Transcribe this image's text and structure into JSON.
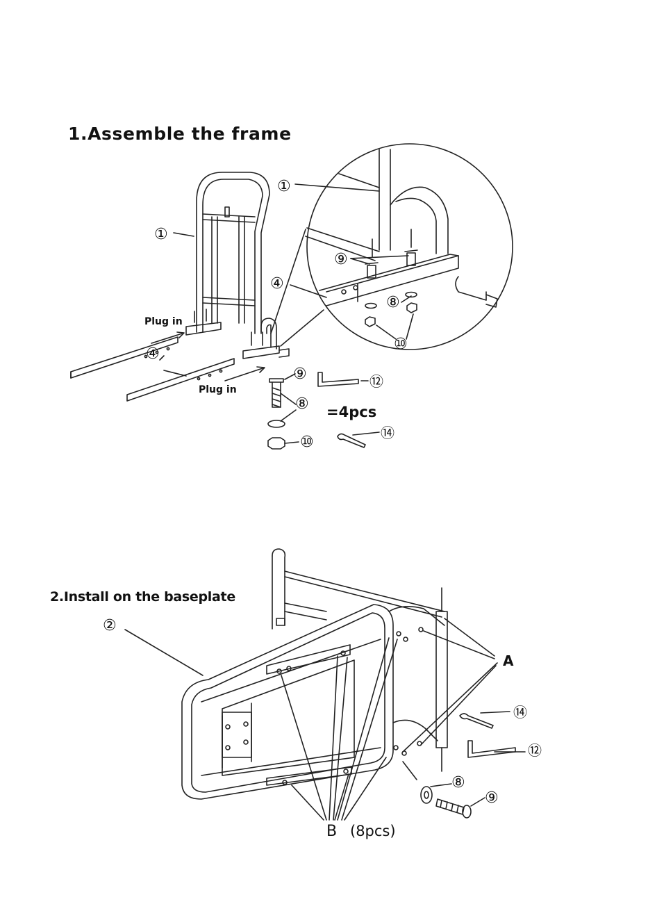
{
  "sections": [
    {
      "title": "1.Assemble the frame"
    },
    {
      "title": "2.Install on the baseplate"
    }
  ],
  "labels": {
    "part1": "①",
    "part2": "②",
    "part4": "④",
    "part8": "⑧",
    "part9": "⑨",
    "part10": "⑩",
    "part12": "⑫",
    "part14": "⑭",
    "plug_in": "Plug in",
    "quantity": "=4pcs",
    "a": "A",
    "b": "B",
    "b_qty": "(8pcs)"
  }
}
